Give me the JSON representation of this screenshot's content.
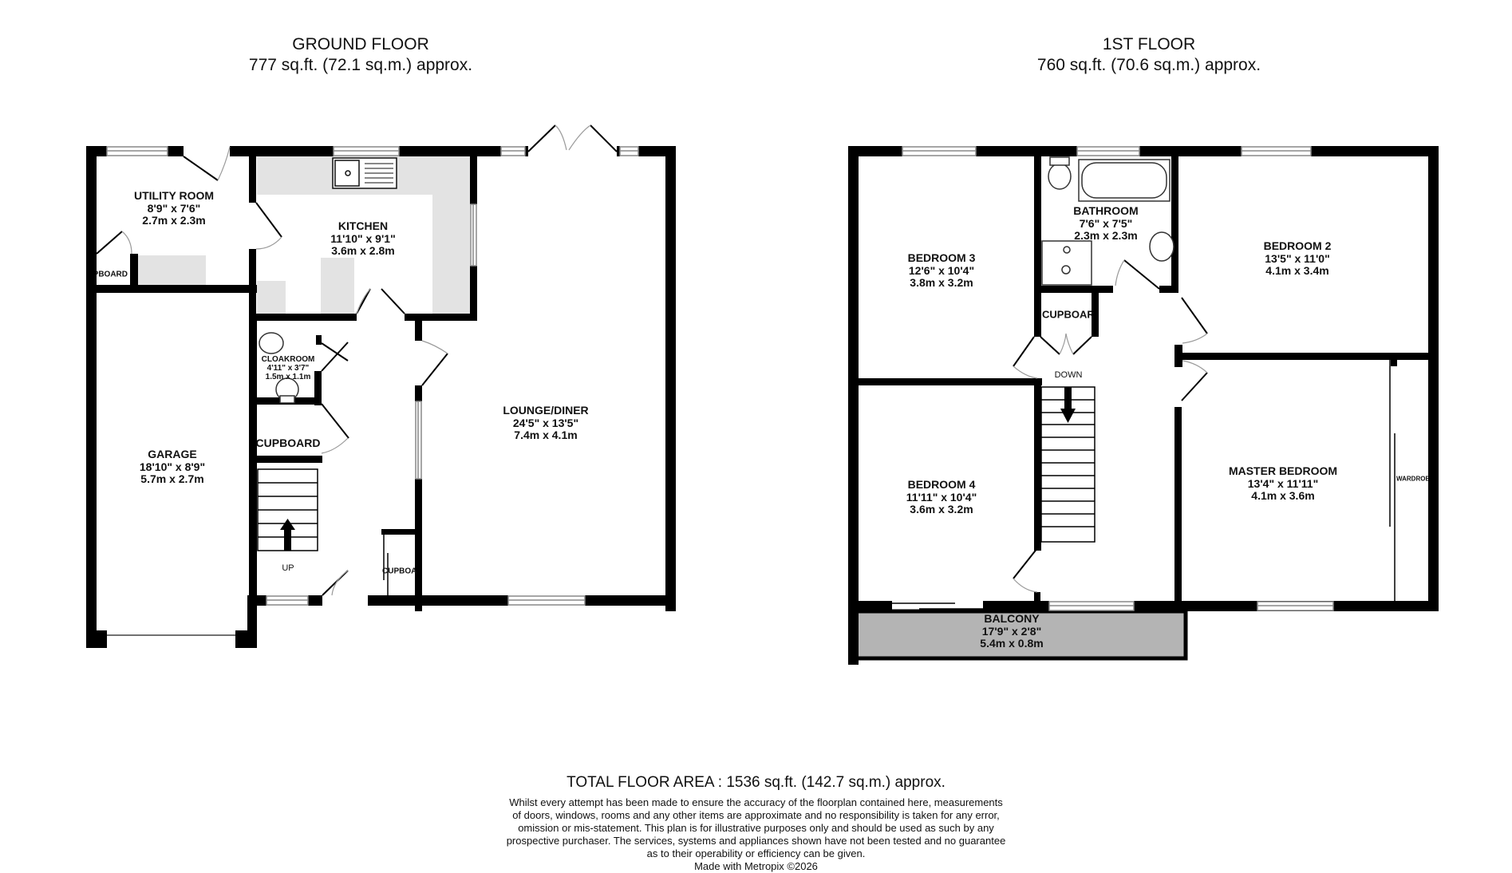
{
  "ground_floor": {
    "title": "GROUND FLOOR",
    "area": "777 sq.ft. (72.1 sq.m.) approx.",
    "rooms": {
      "utility": {
        "name": "UTILITY ROOM",
        "imperial": "8'9\"  x 7'6\"",
        "metric": "2.7m  x 2.3m"
      },
      "kitchen": {
        "name": "KITCHEN",
        "imperial": "11'10\"  x 9'1\"",
        "metric": "3.6m  x 2.8m"
      },
      "cloakroom": {
        "name": "CLOAKROOM",
        "imperial": "4'11\"  x 3'7\"",
        "metric": "1.5m  x 1.1m"
      },
      "cupboard_main": {
        "name": "CUPBOARD"
      },
      "cupboard_utility": {
        "name": "CUPBOARD"
      },
      "cupboard_hall": {
        "name": "CUPBOARD"
      },
      "garage": {
        "name": "GARAGE",
        "imperial": "18'10\"  x 8'9\"",
        "metric": "5.7m  x 2.7m"
      },
      "lounge": {
        "name": "LOUNGE/DINER",
        "imperial": "24'5\"  x 13'5\"",
        "metric": "7.4m  x 4.1m"
      }
    },
    "stairs_label": "UP"
  },
  "first_floor": {
    "title": "1ST FLOOR",
    "area": "760 sq.ft. (70.6 sq.m.) approx.",
    "rooms": {
      "bedroom3": {
        "name": "BEDROOM 3",
        "imperial": "12'6\"  x 10'4\"",
        "metric": "3.8m  x 3.2m"
      },
      "bathroom": {
        "name": "BATHROOM",
        "imperial": "7'6\"  x 7'5\"",
        "metric": "2.3m  x 2.3m"
      },
      "bedroom2": {
        "name": "BEDROOM 2",
        "imperial": "13'5\"  x 11'0\"",
        "metric": "4.1m  x 3.4m"
      },
      "cupboard": {
        "name": "CUPBOARD"
      },
      "bedroom4": {
        "name": "BEDROOM 4",
        "imperial": "11'11\"  x 10'4\"",
        "metric": "3.6m  x 3.2m"
      },
      "master": {
        "name": "MASTER BEDROOM",
        "imperial": "13'4\"  x 11'11\"",
        "metric": "4.1m  x 3.6m"
      },
      "wardrobe": {
        "name": "WARDROBE"
      },
      "balcony": {
        "name": "BALCONY",
        "imperial": "17'9\"  x 2'8\"",
        "metric": "5.4m  x 0.8m"
      }
    },
    "stairs_label": "DOWN"
  },
  "footer": {
    "total": "TOTAL FLOOR AREA : 1536 sq.ft. (142.7 sq.m.) approx.",
    "disclaimer_lines": [
      "Whilst every attempt has been made to ensure the accuracy of the floorplan contained here, measurements",
      "of doors, windows, rooms and any other items are approximate and no responsibility is taken for any error,",
      "omission or mis-statement. This plan is for illustrative purposes only and should be used as such by any",
      "prospective purchaser. The services, systems and appliances shown have not been tested and no guarantee",
      "as to their operability or efficiency can be given."
    ],
    "credit": "Made with Metropix ©2026"
  },
  "colors": {
    "wall": "#000000",
    "counter": "#e3e3e3",
    "balcony": "#b4b4b4",
    "door_arc": "#9a9a9a"
  }
}
